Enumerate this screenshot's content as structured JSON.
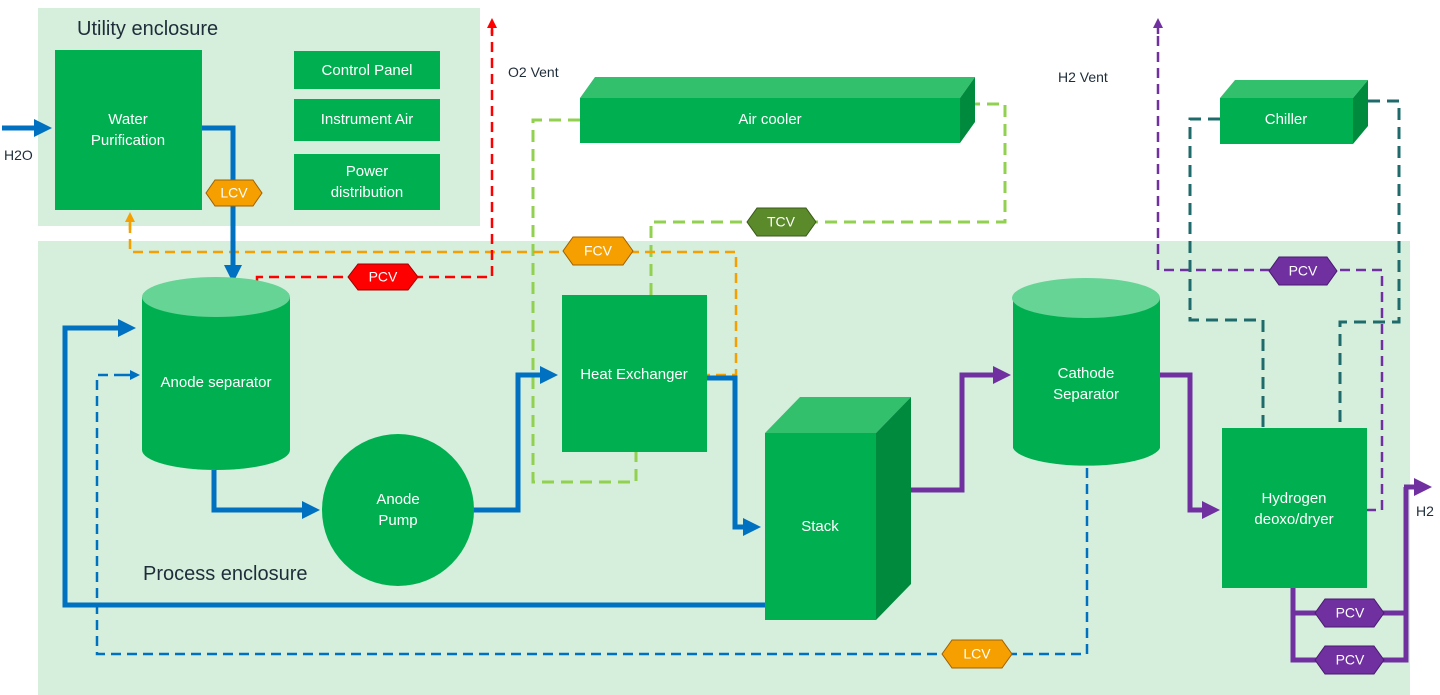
{
  "enclosures": {
    "utility": "Utility enclosure",
    "process": "Process enclosure"
  },
  "equipment": {
    "water_purification": [
      "Water",
      "Purification"
    ],
    "control_panel": "Control Panel",
    "instrument_air": "Instrument Air",
    "power_distribution": [
      "Power",
      "distribution"
    ],
    "air_cooler": "Air cooler",
    "chiller": "Chiller",
    "anode_separator": "Anode separator",
    "anode_pump": [
      "Anode",
      "Pump"
    ],
    "heat_exchanger": "Heat Exchanger",
    "stack": "Stack",
    "cathode_separator": [
      "Cathode",
      "Separator"
    ],
    "hydrogen_dryer": [
      "Hydrogen",
      "deoxo/dryer"
    ]
  },
  "valves": {
    "lcv_top": "LCV",
    "pcv_o2": "PCV",
    "fcv": "FCV",
    "tcv": "TCV",
    "pcv_h2_vent": "PCV",
    "pcv_out_1": "PCV",
    "pcv_out_2": "PCV",
    "lcv_bottom": "LCV"
  },
  "streams": {
    "h2o_in": "H2O",
    "o2_vent": "O2 Vent",
    "h2_vent": "H2 Vent",
    "h2_out": "H2"
  },
  "colors": {
    "enclosure_fill": "#d5efdc",
    "equipment": "#00b050",
    "equipment_side": "#008a3e",
    "equipment_top": "#33c06c",
    "water": "#0070c0",
    "hydrogen": "#7030a0",
    "oxygen_vent": "#ff0000",
    "level_control": "#f5a000",
    "cooling_loop": "#92d050",
    "chiller_loop": "#1f6b6b",
    "valve_orange": "#f5a000",
    "valve_red": "#ff0000",
    "valve_green": "#5a8a2a",
    "valve_purple": "#7030a0"
  }
}
